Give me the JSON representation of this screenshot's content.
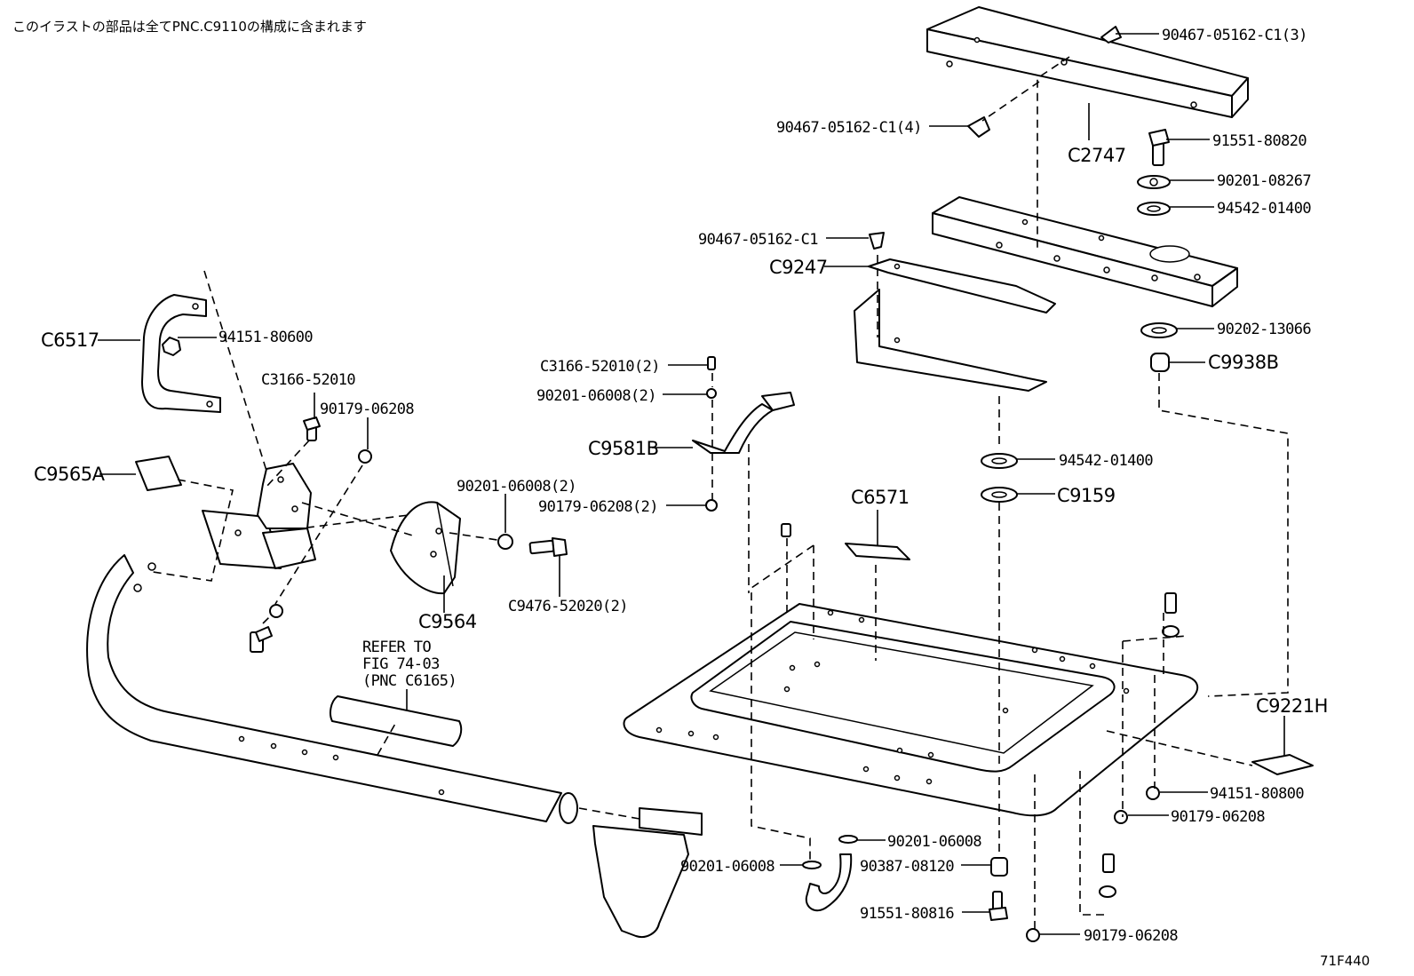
{
  "header_note": "このイラストの部品は全てPNC.C9110の構成に含まれます",
  "figure_code": "71F440",
  "labels": {
    "p_90467_05162_c1_3": "90467-05162-C1(3)",
    "p_90467_05162_c1_4": "90467-05162-C1(4)",
    "c2747": "C2747",
    "p_91551_80820": "91551-80820",
    "p_90201_08267": "90201-08267",
    "p_94542_01400_top": "94542-01400",
    "p_90467_05162_c1": "90467-05162-C1",
    "c9247": "C9247",
    "p_90202_13066": "90202-13066",
    "c9938b": "C9938B",
    "c6517": "C6517",
    "p_94151_80600": "94151-80600",
    "p_c3166_52010": "C3166-52010",
    "p_90179_06208_a": "90179-06208",
    "c9565a": "C9565A",
    "p_c3166_52010_2": "C3166-52010(2)",
    "p_90201_06008_2a": "90201-06008(2)",
    "c9581b": "C9581B",
    "p_90201_06008_2b": "90201-06008(2)",
    "p_90179_06208_2": "90179-06208(2)",
    "p_94542_01400_mid": "94542-01400",
    "c9159": "C9159",
    "c6571": "C6571",
    "c9564": "C9564",
    "p_c9476_52020_2": "C9476-52020(2)",
    "refer_line1": "REFER TO",
    "refer_line2": "FIG 74-03",
    "refer_line3": "(PNC C6165)",
    "c9221h": "C9221H",
    "p_94151_80800": "94151-80800",
    "p_90179_06208_b": "90179-06208",
    "p_90201_06008_a": "90201-06008",
    "p_90201_06008_b": "90201-06008",
    "p_90387_08120": "90387-08120",
    "p_91551_80816": "91551-80816",
    "p_90179_06208_c": "90179-06208"
  }
}
